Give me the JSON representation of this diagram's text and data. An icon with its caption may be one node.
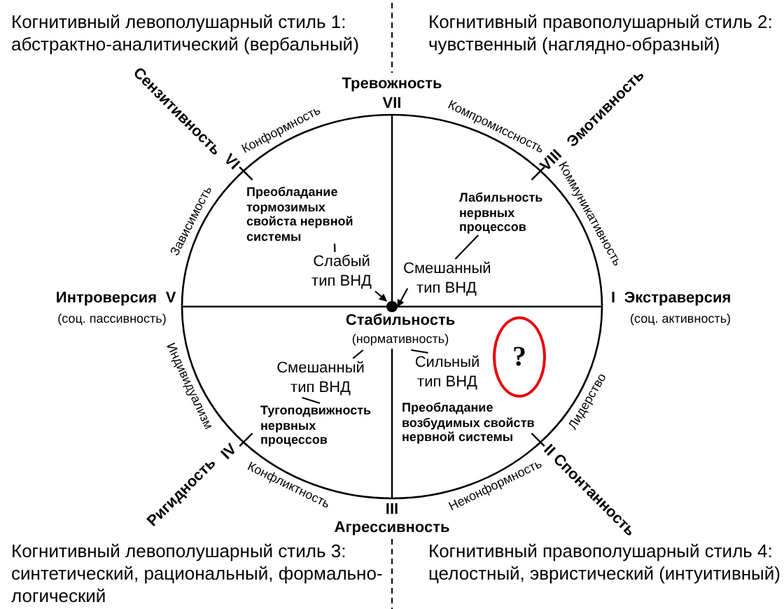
{
  "diagram": {
    "nodes": [
      {
        "text": [
          "Преобладание тормозимых свойста нервной системы"
        ]
      },
      {
        "text": [
          "Слабый тип ВНД"
        ]
      },
      {
        "text": [
          "Лабильность нервных процессов"
        ]
      },
      {
        "text": [
          "Смешанный тип ВНД"
        ]
      },
      {
        "text": [],
        "shape": "circle"
      },
      {
        "text": [
          "Стабильность",
          "(нормативность)"
        ]
      },
      {
        "text": [
          "Смешанный тип ВНД"
        ]
      },
      {
        "text": [
          "Тугоподвижность нервных процессов"
        ]
      },
      {
        "text": [
          "Сильный тип ВНД"
        ]
      },
      {
        "text": [
          "Преобладание возбудимых свойств нервной системы"
        ]
      },
      {
        "text": [
          "?"
        ]
      }
    ],
    "edges": [
      {
        "from": 0,
        "to": 1,
        "arrow": "none"
      },
      {
        "from": 1,
        "to": 4,
        "arrow": "to"
      },
      {
        "from": 2,
        "to": 3,
        "arrow": "none"
      },
      {
        "from": 3,
        "to": 4,
        "arrow": "to"
      },
      {
        "from": 5,
        "to": 6,
        "arrow": "none"
      },
      {
        "from": 6,
        "to": 7,
        "arrow": "none"
      },
      {
        "from": 5,
        "to": 8,
        "arrow": "none"
      }
    ],
    "labels": [
      "Когнитивный левополушарный стиль 1: абстрактно-аналитический (вербальный)",
      "Когнитивный правополушарный стиль 2: чувственный (наглядно-образный)",
      "Тревожность",
      "VII",
      "Сензитивность",
      "VI",
      "Эмотивность",
      "VIII",
      "Конформность",
      "Компромиссность",
      "Зависимость",
      "Коммуникативность",
      "Интроверсия",
      "V",
      "(соц. пассивность)",
      "I",
      "Экстраверсия",
      "(соц. активность)",
      "Индивидуализм",
      "Лидерство",
      "IV",
      "Ригидность",
      "II",
      "Спонтанность",
      "Конфликтность",
      "Неконформность",
      "III",
      "Агрессивность",
      "Когнитивный левополушарный стиль 3: синтетический, рациональный, формально-логический",
      "Когнитивный правополушарный стиль 4: целостный, эвристический (интуитивный)"
    ]
  }
}
